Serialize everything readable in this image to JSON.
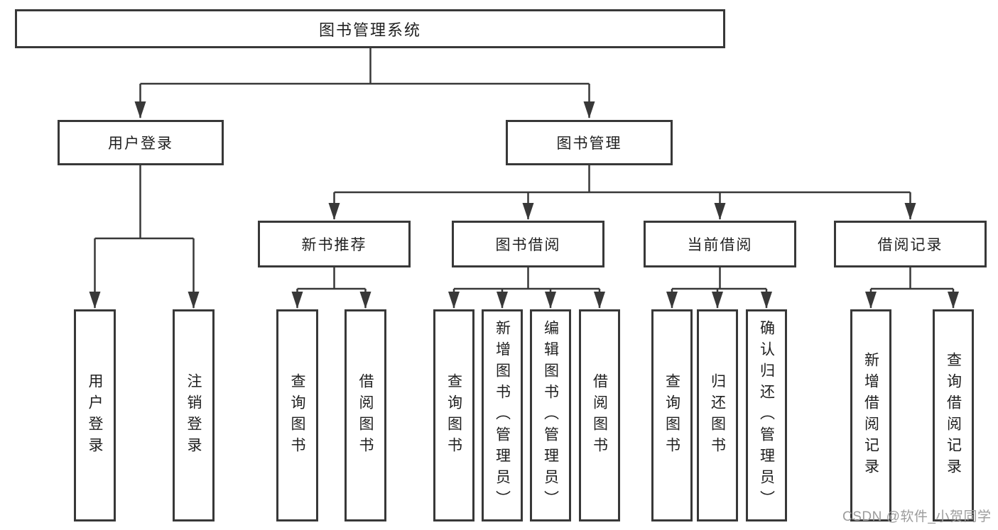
{
  "colors": {
    "line": "#383838",
    "text": "#1f1f1f",
    "watermark": "#9c9c9c",
    "background": "#ffffff"
  },
  "watermark": {
    "text": "CSDN @软件_小贺同学"
  },
  "tree": {
    "root": {
      "label": "图书管理系统"
    },
    "branches": [
      {
        "label": "用户登录",
        "children": [
          {
            "label": "用户登录"
          },
          {
            "label": "注销登录"
          }
        ]
      },
      {
        "label": "图书管理",
        "children": [
          {
            "label": "新书推荐",
            "children": [
              {
                "label": "查询图书"
              },
              {
                "label": "借阅图书"
              }
            ]
          },
          {
            "label": "图书借阅",
            "children": [
              {
                "label": "查询图书"
              },
              {
                "label": "新增图书（管理员）"
              },
              {
                "label": "编辑图书（管理员）"
              },
              {
                "label": "借阅图书"
              }
            ]
          },
          {
            "label": "当前借阅",
            "children": [
              {
                "label": "查询图书"
              },
              {
                "label": "归还图书"
              },
              {
                "label": "确认归还（管理员）"
              }
            ]
          },
          {
            "label": "借阅记录",
            "children": [
              {
                "label": "新增借阅记录"
              },
              {
                "label": "查询借阅记录"
              }
            ]
          }
        ]
      }
    ]
  }
}
